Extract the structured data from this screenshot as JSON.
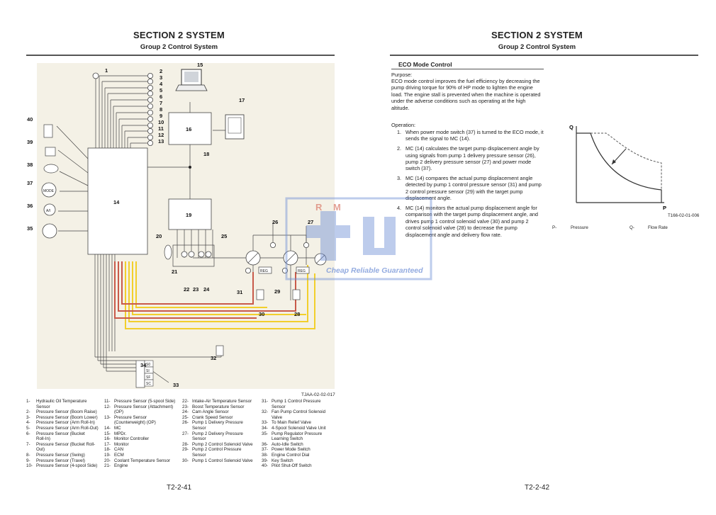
{
  "left_page": {
    "section_title": "SECTION 2 SYSTEM",
    "group_title": "Group 2 Control System",
    "page_number": "T2-2-41",
    "diagram": {
      "code": "TJAA-02-02-017",
      "labels": {
        "n1": "1",
        "n2": "2",
        "n3": "3",
        "n4": "4",
        "n5": "5",
        "n6": "6",
        "n7": "7",
        "n8": "8",
        "n9": "9",
        "n10": "10",
        "n11": "11",
        "n12": "12",
        "n13": "13",
        "n14": "14",
        "n15": "15",
        "n16": "16",
        "n17": "17",
        "n18": "18",
        "n19": "19",
        "n20": "20",
        "n21": "21",
        "n22": "22",
        "n23": "23",
        "n24": "24",
        "n25": "25",
        "n26": "26",
        "n27": "27",
        "n28": "28",
        "n29": "29",
        "n30": "30",
        "n31": "31",
        "n32": "32",
        "n33": "33",
        "n34": "34",
        "n35": "35",
        "n36": "36",
        "n37": "37",
        "n38": "38",
        "n39": "39",
        "n40": "40",
        "mode": "MODE",
        "ai": "A/I",
        "reg1": "REG",
        "reg2": "REG",
        "sw1": "S0",
        "sw2": "SI",
        "sw3": "SF",
        "sw4": "SC"
      }
    },
    "legend_columns": [
      [
        {
          "num": "1-",
          "text": "Hydraulic Oil Temperature"
        },
        {
          "num": "",
          "text": "Sensor"
        },
        {
          "num": "2-",
          "text": "Pressure Sensor (Boom Raise)"
        },
        {
          "num": "3-",
          "text": "Pressure Sensor (Boom Lower)"
        },
        {
          "num": "4-",
          "text": "Pressure Sensor (Arm Roll-In)"
        },
        {
          "num": "5-",
          "text": "Pressure Sensor (Arm Roll-Out)"
        },
        {
          "num": "6-",
          "text": "Pressure Sensor (Bucket"
        },
        {
          "num": "",
          "text": "Roll-In)"
        },
        {
          "num": "7-",
          "text": "Pressure Sensor (Bucket Roll-"
        },
        {
          "num": "",
          "text": "Out)"
        },
        {
          "num": "8-",
          "text": "Pressure Sensor (Swing)"
        },
        {
          "num": "9-",
          "text": "Pressure Sensor (Travel)"
        },
        {
          "num": "10-",
          "text": "Pressure Sensor (4-spool Side)"
        }
      ],
      [
        {
          "num": "11-",
          "text": "Pressure Sensor (5-spool Side)"
        },
        {
          "num": "12-",
          "text": "Pressure Sensor (Attachment)"
        },
        {
          "num": "",
          "text": "(OP)"
        },
        {
          "num": "13-",
          "text": "Pressure Sensor"
        },
        {
          "num": "",
          "text": "(Counterweight) (OP)"
        },
        {
          "num": "14-",
          "text": "MC"
        },
        {
          "num": "15-",
          "text": "MPDr."
        },
        {
          "num": "16-",
          "text": "Monitor Controller"
        },
        {
          "num": "17-",
          "text": "Monitor"
        },
        {
          "num": "18-",
          "text": "CAN"
        },
        {
          "num": "19-",
          "text": "ECM"
        },
        {
          "num": "20-",
          "text": "Coolant Temperature Sensor"
        },
        {
          "num": "21-",
          "text": "Engine"
        }
      ],
      [
        {
          "num": "22-",
          "text": "Intake-Air Temperature Sensor"
        },
        {
          "num": "23-",
          "text": "Boost Temperature Sensor"
        },
        {
          "num": "24-",
          "text": "Cam Angle Sensor"
        },
        {
          "num": "25-",
          "text": "Crank Speed Sensor"
        },
        {
          "num": "26-",
          "text": "Pump 1 Delivery Pressure"
        },
        {
          "num": "",
          "text": "Sensor"
        },
        {
          "num": "27-",
          "text": "Pump 2 Delivery Pressure"
        },
        {
          "num": "",
          "text": "Sensor"
        },
        {
          "num": "28-",
          "text": "Pump 2 Control Solenoid Valve"
        },
        {
          "num": "29-",
          "text": "Pump 2 Control Pressure"
        },
        {
          "num": "",
          "text": "Sensor"
        },
        {
          "num": "30-",
          "text": "Pump 1 Control Solenoid Valve"
        }
      ],
      [
        {
          "num": "31-",
          "text": "Pump 1 Control Pressure"
        },
        {
          "num": "",
          "text": "Sensor"
        },
        {
          "num": "32-",
          "text": "Fan Pump Control Solenoid"
        },
        {
          "num": "",
          "text": "Valve"
        },
        {
          "num": "33-",
          "text": "To Main Relief Valve"
        },
        {
          "num": "34-",
          "text": "4-Spool Solenoid Valve Unit"
        },
        {
          "num": "35-",
          "text": "Pump Regulator Pressure"
        },
        {
          "num": "",
          "text": "Learning Switch"
        },
        {
          "num": "36-",
          "text": "Auto-Idle Switch"
        },
        {
          "num": "37-",
          "text": "Power Mode Switch"
        },
        {
          "num": "38-",
          "text": "Engine Control Dial"
        },
        {
          "num": "39-",
          "text": "Key Switch"
        },
        {
          "num": "40-",
          "text": "Pilot Shut-Off Switch"
        }
      ]
    ]
  },
  "right_page": {
    "section_title": "SECTION 2 SYSTEM",
    "group_title": "Group 2 Control System",
    "page_number": "T2-2-42",
    "heading": "ECO Mode Control",
    "purpose_label": "Purpose:",
    "purpose_text": "ECO mode control improves the fuel efficiency by decreasing the pump driving torque for 90% of HP mode to lighten the engine load. The engine stall is prevented when the machine is operated under the adverse conditions such as operating at the high altitude.",
    "operation_label": "Operation:",
    "operations": [
      {
        "num": "1.",
        "text": "When power mode switch (37) is turned to the ECO mode, it sends the signal to MC (14)."
      },
      {
        "num": "2.",
        "text": "MC (14) calculates the target pump displacement angle by using signals from pump 1 delivery pressure sensor (26), pump 2 delivery pressure sensor (27) and power mode switch (37)."
      },
      {
        "num": "3.",
        "text": "MC (14) compares the actual pump displacement angle detected by pump 1 control pressure sensor (31) and pump 2 control pressure sensor (29) with the target pump displacement angle."
      },
      {
        "num": "4.",
        "text": "MC (14) monitors the actual pump displacement angle for comparison with the target pump displacement angle, and drives pump 1 control solenoid valve (30) and pump 2 control solenoid valve (28) to decrease the pump displacement angle and delivery flow rate."
      }
    ],
    "graph": {
      "y_axis_label": "Q",
      "x_axis_label": "P",
      "code": "T166-02-01-006"
    },
    "pq_legend": [
      {
        "key": "P-",
        "text": "Pressure"
      },
      {
        "key": "Q-",
        "text": "Flow Rate"
      }
    ]
  },
  "watermark": {
    "letters": "R M",
    "text": "Cheap Reliable Guaranteed"
  },
  "colors": {
    "yellow_wire": "#f2cf2c",
    "red_wire": "#c85a4a",
    "diagram_bg": "#f4f1e6",
    "watermark_blue": "#6f8fd6"
  }
}
